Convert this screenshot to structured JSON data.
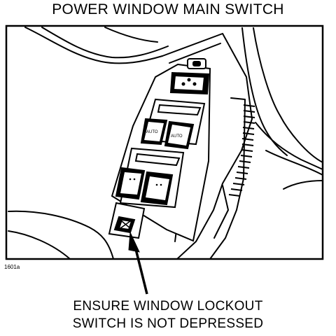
{
  "title": "POWER WINDOW MAIN SWITCH",
  "figure_id": "1601a",
  "caption": {
    "line1": "ENSURE WINDOW LOCKOUT",
    "line2": "SWITCH IS NOT DEPRESSED"
  },
  "switch_labels": {
    "auto_left": "AUTO",
    "auto_right": "AUTO"
  },
  "colors": {
    "ink": "#000000",
    "background": "#ffffff"
  }
}
